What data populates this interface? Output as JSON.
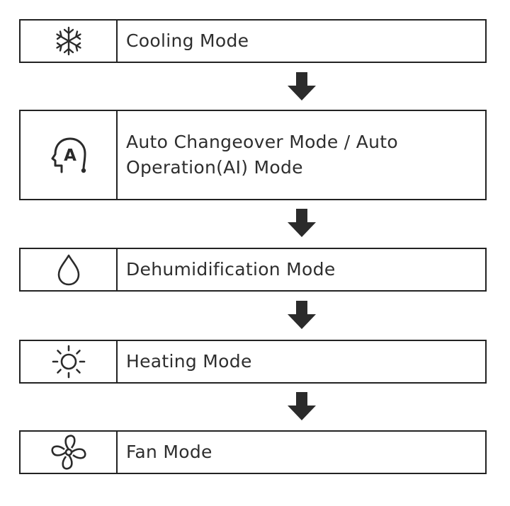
{
  "modes": [
    {
      "id": "cooling",
      "icon": "snowflake-icon",
      "label": "Cooling Mode"
    },
    {
      "id": "auto",
      "icon": "auto-head-icon",
      "icon_text": "A",
      "label_line1": "Auto Changeover Mode / Auto",
      "label_line2": "Operation(AI) Mode"
    },
    {
      "id": "dehumidification",
      "icon": "water-drop-icon",
      "label": "Dehumidification Mode"
    },
    {
      "id": "heating",
      "icon": "sun-icon",
      "label": "Heating Mode"
    },
    {
      "id": "fan",
      "icon": "fan-icon",
      "label": "Fan Mode"
    }
  ],
  "colors": {
    "border": "#222222",
    "arrow": "#2b2b2b",
    "text": "#2e2e2e"
  }
}
